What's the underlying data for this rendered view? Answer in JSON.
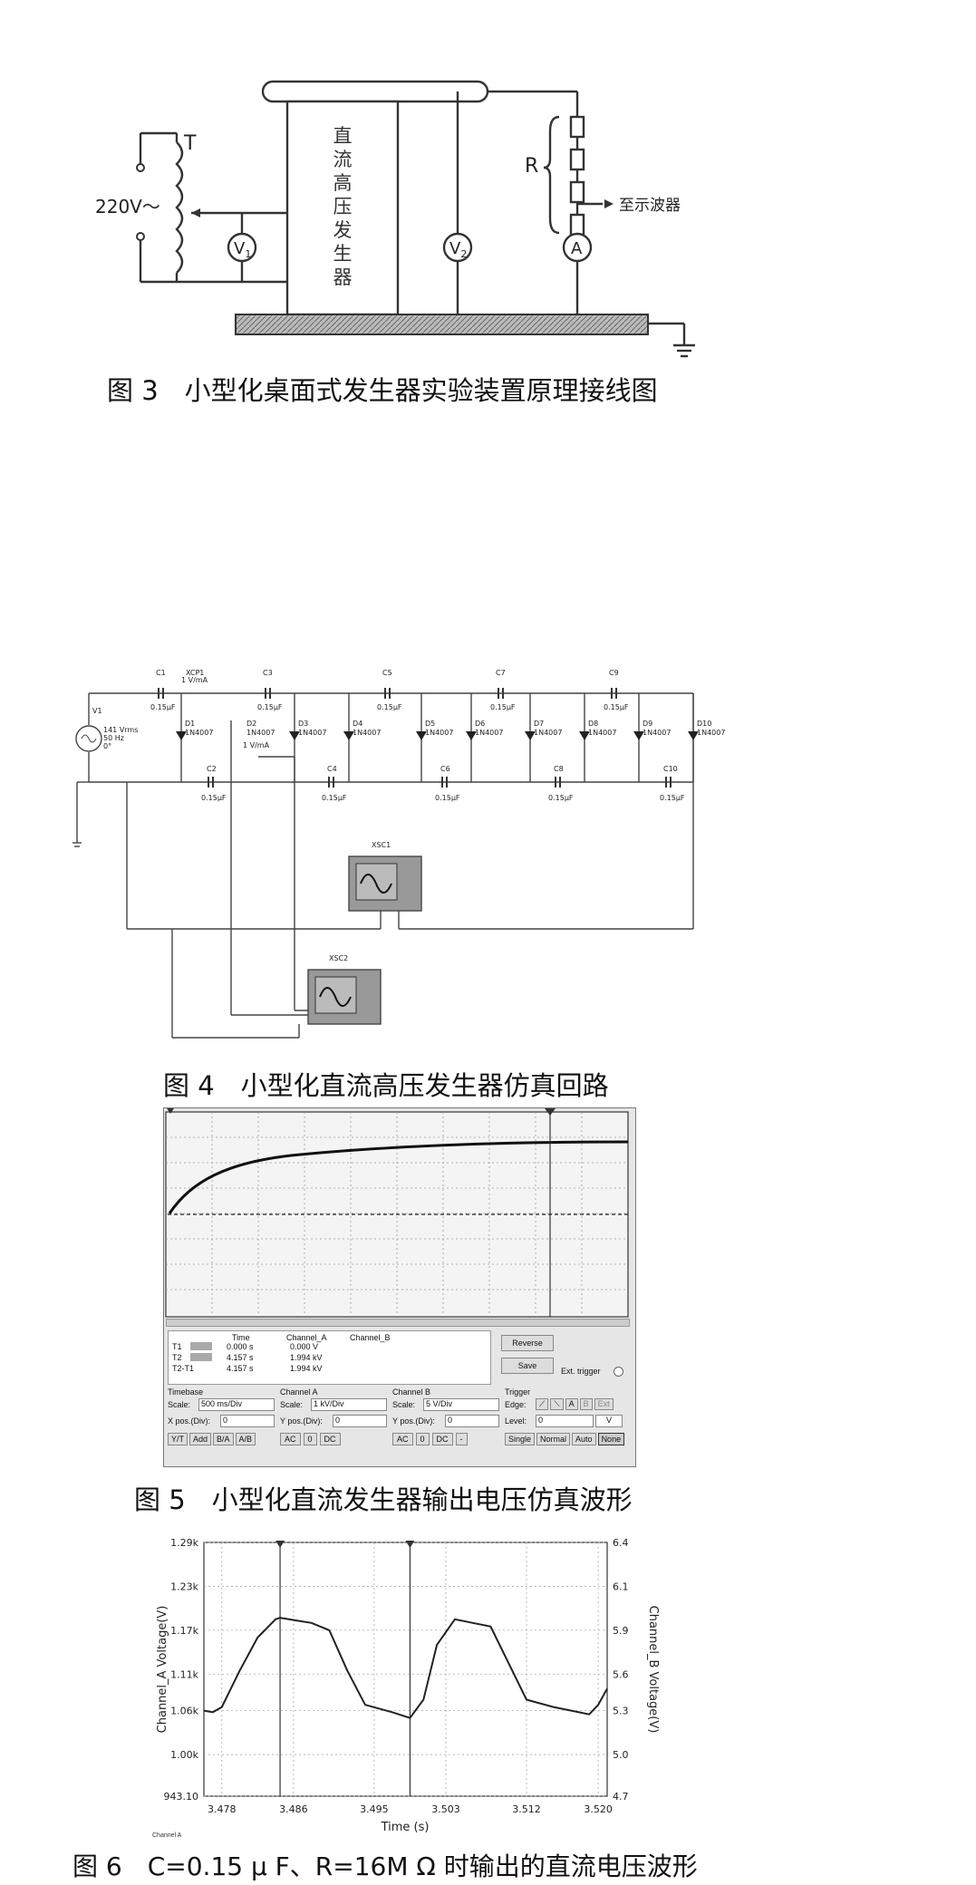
{
  "fig3": {
    "caption": "图 3　小型化桌面式发生器实验装置原理接线图",
    "generator_chars": [
      "直",
      "流",
      "高",
      "压",
      "发",
      "生",
      "器"
    ],
    "source_label": "220V～",
    "transformer_label": "T",
    "resistor_label": "R",
    "scope_label": "至示波器",
    "v1": "V",
    "v1_sub": "1",
    "v2": "V",
    "v2_sub": "2",
    "ammeter": "A"
  },
  "fig4": {
    "caption": "图 4　小型化直流高压发生器仿真回路",
    "source": [
      "V1",
      "141 Vrms",
      "50 Hz",
      "0°"
    ],
    "probe1": [
      "XCP1",
      "1 V/mA"
    ],
    "probe2": "1 V/mA",
    "top_caps": [
      "C1",
      "C3",
      "C5",
      "C7",
      "C9"
    ],
    "bottom_caps": [
      "C2",
      "C4",
      "C6",
      "C8",
      "C10"
    ],
    "cap_value": "0.15μF",
    "diodes": [
      "D1",
      "D2",
      "D3",
      "D4",
      "D5",
      "D6",
      "D7",
      "D8",
      "D9",
      "D10"
    ],
    "diode_model": "1N4007",
    "scope1": "XSC1",
    "scope2": "XSC2"
  },
  "fig5": {
    "caption": "图 5　小型化直流发生器输出电压仿真波形",
    "readout_headers": [
      "Time",
      "Channel_A",
      "Channel_B"
    ],
    "readout_rows": [
      {
        "label": "T1",
        "time": "0.000 s",
        "a": "0.000 V"
      },
      {
        "label": "T2",
        "time": "4.157 s",
        "a": "1.994 kV"
      },
      {
        "label": "T2-T1",
        "time": "4.157 s",
        "a": "1.994 kV"
      }
    ],
    "reverse": "Reverse",
    "save": "Save",
    "ext_trigger": "Ext. trigger",
    "timebase": {
      "title": "Timebase",
      "scale_label": "Scale:",
      "scale": "500 ms/Div",
      "xpos_label": "X pos.(Div):",
      "xpos": "0",
      "buttons": [
        "Y/T",
        "Add",
        "B/A",
        "A/B"
      ]
    },
    "channel_a": {
      "title": "Channel A",
      "scale_label": "Scale:",
      "scale": "1 kV/Div",
      "ypos_label": "Y pos.(Div):",
      "ypos": "0",
      "buttons": [
        "AC",
        "0",
        "DC"
      ]
    },
    "channel_b": {
      "title": "Channel B",
      "scale_label": "Scale:",
      "scale": "5 V/Div",
      "ypos_label": "Y pos.(Div):",
      "ypos": "0",
      "buttons": [
        "AC",
        "0",
        "DC",
        "-"
      ]
    },
    "trigger": {
      "title": "Trigger",
      "edge_label": "Edge:",
      "level_label": "Level:",
      "level": "0",
      "unit": "V",
      "edge_buttons": [
        "A",
        "B",
        "Ext"
      ],
      "mode_buttons": [
        "Single",
        "Normal",
        "Auto",
        "None"
      ]
    }
  },
  "fig6": {
    "caption": "图 6　C=0.15 μ F、R=16M Ω 时输出的直流电压波形",
    "footnote": "Channel A"
  },
  "chart_data": {
    "type": "line",
    "title": "",
    "xlabel": "Time (s)",
    "ylabel": "Channel_A Voltage(V)",
    "ylabel_right": "Channel_B Voltage(V)",
    "xlim": [
      3.476,
      3.521
    ],
    "ylim": [
      943.1,
      1290
    ],
    "x_ticks": [
      "3.478",
      "3.486",
      "3.495",
      "3.503",
      "3.512",
      "3.520"
    ],
    "x_tick_values": [
      3.478,
      3.486,
      3.495,
      3.503,
      3.512,
      3.52
    ],
    "y_ticks_left": [
      "1.29k",
      "1.23k",
      "1.17k",
      "1.11k",
      "1.06k",
      "1.00k",
      "943.10"
    ],
    "y_tick_values_left": [
      1290,
      1230,
      1170,
      1110,
      1060,
      1000,
      943.1
    ],
    "y_ticks_right": [
      "6.4",
      "6.1",
      "5.9",
      "5.6",
      "5.3",
      "5.0",
      "4.7"
    ],
    "cursors_x": [
      3.4845,
      3.499
    ],
    "series": [
      {
        "color": "#222222",
        "x": [
          3.476,
          3.477,
          3.478,
          3.48,
          3.482,
          3.484,
          3.4845,
          3.486,
          3.488,
          3.49,
          3.492,
          3.494,
          3.497,
          3.499,
          3.5005,
          3.502,
          3.504,
          3.506,
          3.508,
          3.51,
          3.512,
          3.515,
          3.517,
          3.519,
          3.52,
          3.521
        ],
        "y": [
          1060,
          1058,
          1065,
          1115,
          1160,
          1185,
          1187,
          1184,
          1180,
          1170,
          1115,
          1068,
          1058,
          1050,
          1075,
          1150,
          1185,
          1180,
          1175,
          1125,
          1075,
          1065,
          1060,
          1055,
          1068,
          1090
        ]
      }
    ]
  }
}
